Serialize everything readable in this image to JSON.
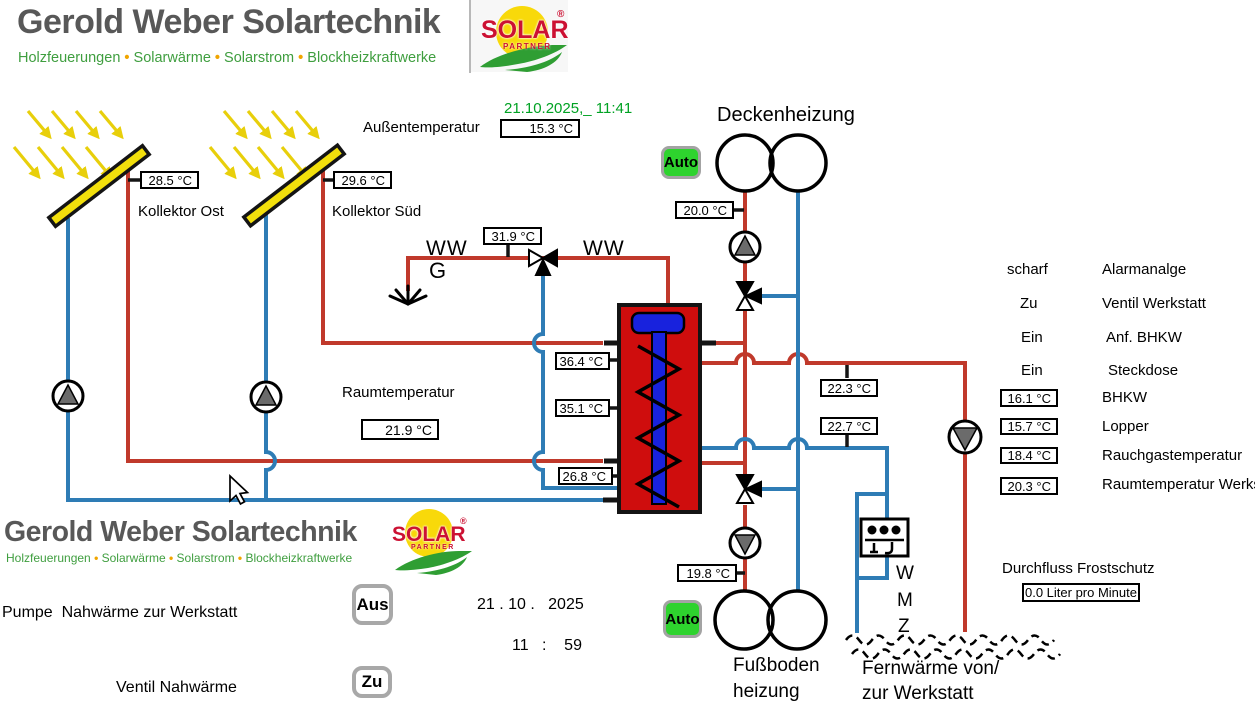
{
  "colors": {
    "pipe_hot": "#c0392b",
    "pipe_cold": "#2e7cb5",
    "tank_red": "#cf0d0d",
    "tank_blue": "#1822dd",
    "accent_green": "#00a223",
    "button_green": "#2ed32e",
    "logo_gray": "#585858",
    "logo_green": "#3f9e3f",
    "logo_red": "#cc1133",
    "sun_yellow": "#f8d90a",
    "collector_yellow": "#f2df0c"
  },
  "header": {
    "title": "Gerold Weber Solartechnik",
    "subtitle_words": [
      "Holzfeuerungen",
      "Solarwärme",
      "Solarstrom",
      "Blockheizkraftwerke"
    ],
    "bullet": "•",
    "solar": "SOLAR",
    "partner": "PARTNER",
    "registered": "®"
  },
  "footer_logo": {
    "title": "Gerold Weber Solartechnik",
    "subtitle_words": [
      "Holzfeuerungen",
      "Solarwärme",
      "Solarstrom",
      "Blockheizkraftwerke"
    ],
    "bullet": "•",
    "solar": "SOLAR",
    "partner": "PARTNER",
    "registered": "®"
  },
  "status": {
    "datetime_green": "21.10.2025,_ 11:41",
    "date_black": "21 . 10 .   2025",
    "time_black": "11   :    59"
  },
  "labels": {
    "aussentemperatur": "Außentemperatur",
    "deckenheizung": "Deckenheizung",
    "kollektor_ost": "Kollektor Ost",
    "kollektor_sued": "Kollektor Süd",
    "ww1": "WW",
    "g": "G",
    "ww2": "WW",
    "raumtemperatur": "Raumtemperatur",
    "fussboden1": "Fußboden",
    "fussboden2": "heizung",
    "fernwaerme1": "Fernwärme von/",
    "fernwaerme2": "zur Werkstatt",
    "durchfluss": "Durchfluss Frostschutz",
    "pumpe_nahwaerme": "Pumpe  Nahwärme zur Werkstatt",
    "ventil_nahwaerme": "Ventil Nahwärme",
    "wmz_w": "W",
    "wmz_m": "M",
    "wmz_z": "Z"
  },
  "sensors": {
    "aussen": "15.3 °C",
    "kollektor_ost": "28.5 °C",
    "kollektor_sued": "29.6 °C",
    "ww": "31.9 °C",
    "decke": "20.0 °C",
    "tank_oben": "36.4 °C",
    "tank_mitte": "35.1 °C",
    "tank_unten": "26.8 °C",
    "raum": "21.9 °C",
    "vorlauf": "22.3 °C",
    "ruecklauf": "22.7 °C",
    "fussboden": "19.8 °C",
    "durchfluss": "0.0 Liter pro Minute"
  },
  "right_panel": {
    "rows": [
      {
        "state": "scharf",
        "label": "Alarmanalge"
      },
      {
        "state": "Zu",
        "label": "Ventil Werkstatt"
      },
      {
        "state": "Ein",
        "label": "Anf. BHKW"
      },
      {
        "state": "Ein",
        "label": "Steckdose"
      }
    ],
    "temps": [
      {
        "value": "16.1 °C",
        "label": "BHKW"
      },
      {
        "value": "15.7 °C",
        "label": "Lopper"
      },
      {
        "value": "18.4 °C",
        "label": "Rauchgastemperatur"
      },
      {
        "value": "20.3 °C",
        "label": "Raumtemperatur Werkstatt"
      }
    ]
  },
  "buttons": {
    "auto_decke": "Auto",
    "auto_fussboden": "Auto",
    "pumpe_aus": "Aus",
    "ventil_zu": "Zu"
  }
}
